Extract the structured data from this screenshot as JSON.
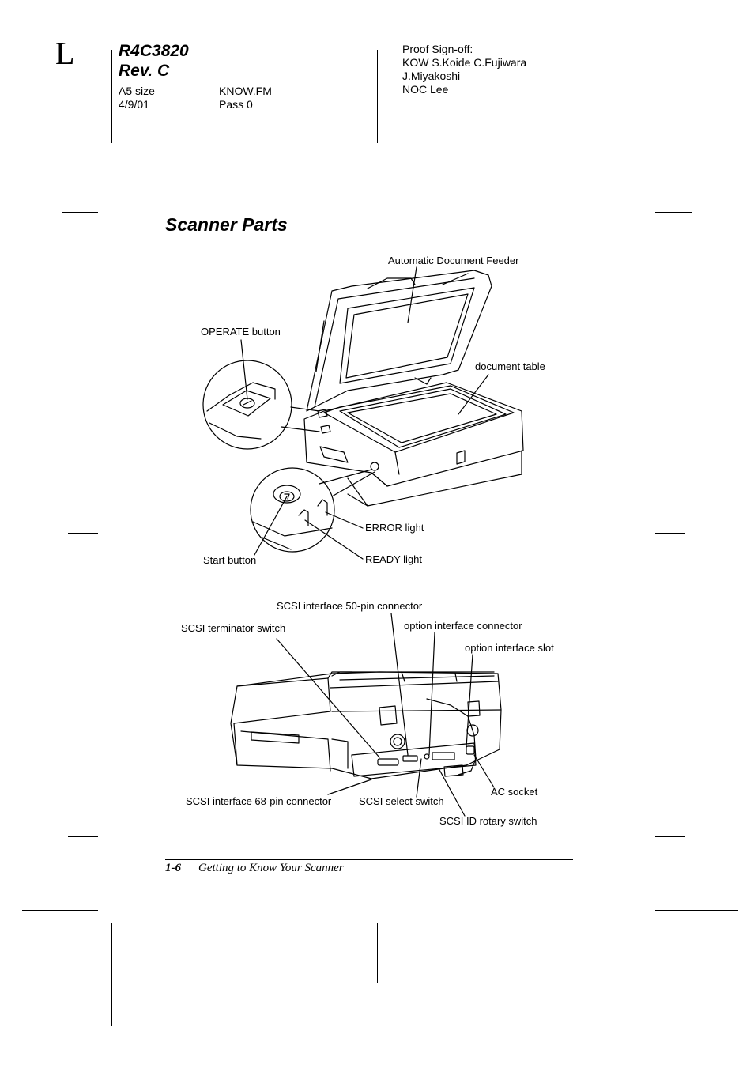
{
  "header": {
    "letter": "L",
    "model_line1": "R4C3820",
    "model_line2": "Rev. C",
    "size": "A5 size",
    "date": "4/9/01",
    "file": "KNOW.FM",
    "pass": "Pass 0",
    "proof": [
      "Proof Sign-off:",
      "KOW S.Koide  C.Fujiwara",
      "J.Miyakoshi",
      "NOC Lee"
    ]
  },
  "section_title": "Scanner Parts",
  "figure1_labels": {
    "adf": "Automatic Document Feeder",
    "operate": "OPERATE button",
    "doc_table": "document table",
    "error": "ERROR light",
    "start": "Start button",
    "ready": "READY light"
  },
  "figure2_labels": {
    "scsi50": "SCSI interface 50-pin connector",
    "terminator": "SCSI terminator switch",
    "opt_conn": "option interface connector",
    "opt_slot": "option interface slot",
    "ac": "AC socket",
    "scsi68": "SCSI interface 68-pin connector",
    "select": "SCSI select switch",
    "rotary": "SCSI ID rotary switch"
  },
  "footer": {
    "page": "1-6",
    "chapter": "Getting to Know Your Scanner"
  }
}
